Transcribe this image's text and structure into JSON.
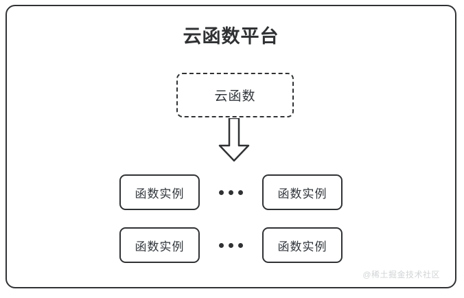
{
  "diagram": {
    "type": "architecture-block-diagram",
    "platform": {
      "title": "云函数平台"
    },
    "cloud_function": {
      "label": "云函数",
      "border_style": "dashed"
    },
    "arrow": {
      "name": "down-arrow",
      "direction": "down"
    },
    "ellipsis": {
      "label": "...",
      "dot_count": 3
    },
    "instance_rows": [
      {
        "left": {
          "label": "函数实例"
        },
        "right": {
          "label": "函数实例"
        }
      },
      {
        "left": {
          "label": "函数实例"
        },
        "right": {
          "label": "函数实例"
        }
      }
    ],
    "watermark": {
      "text": "@稀土掘金技术社区"
    },
    "colors": {
      "stroke": "#2f3133",
      "text": "#31363b",
      "background": "#ffffff",
      "watermark": "#d2d4d6"
    }
  }
}
